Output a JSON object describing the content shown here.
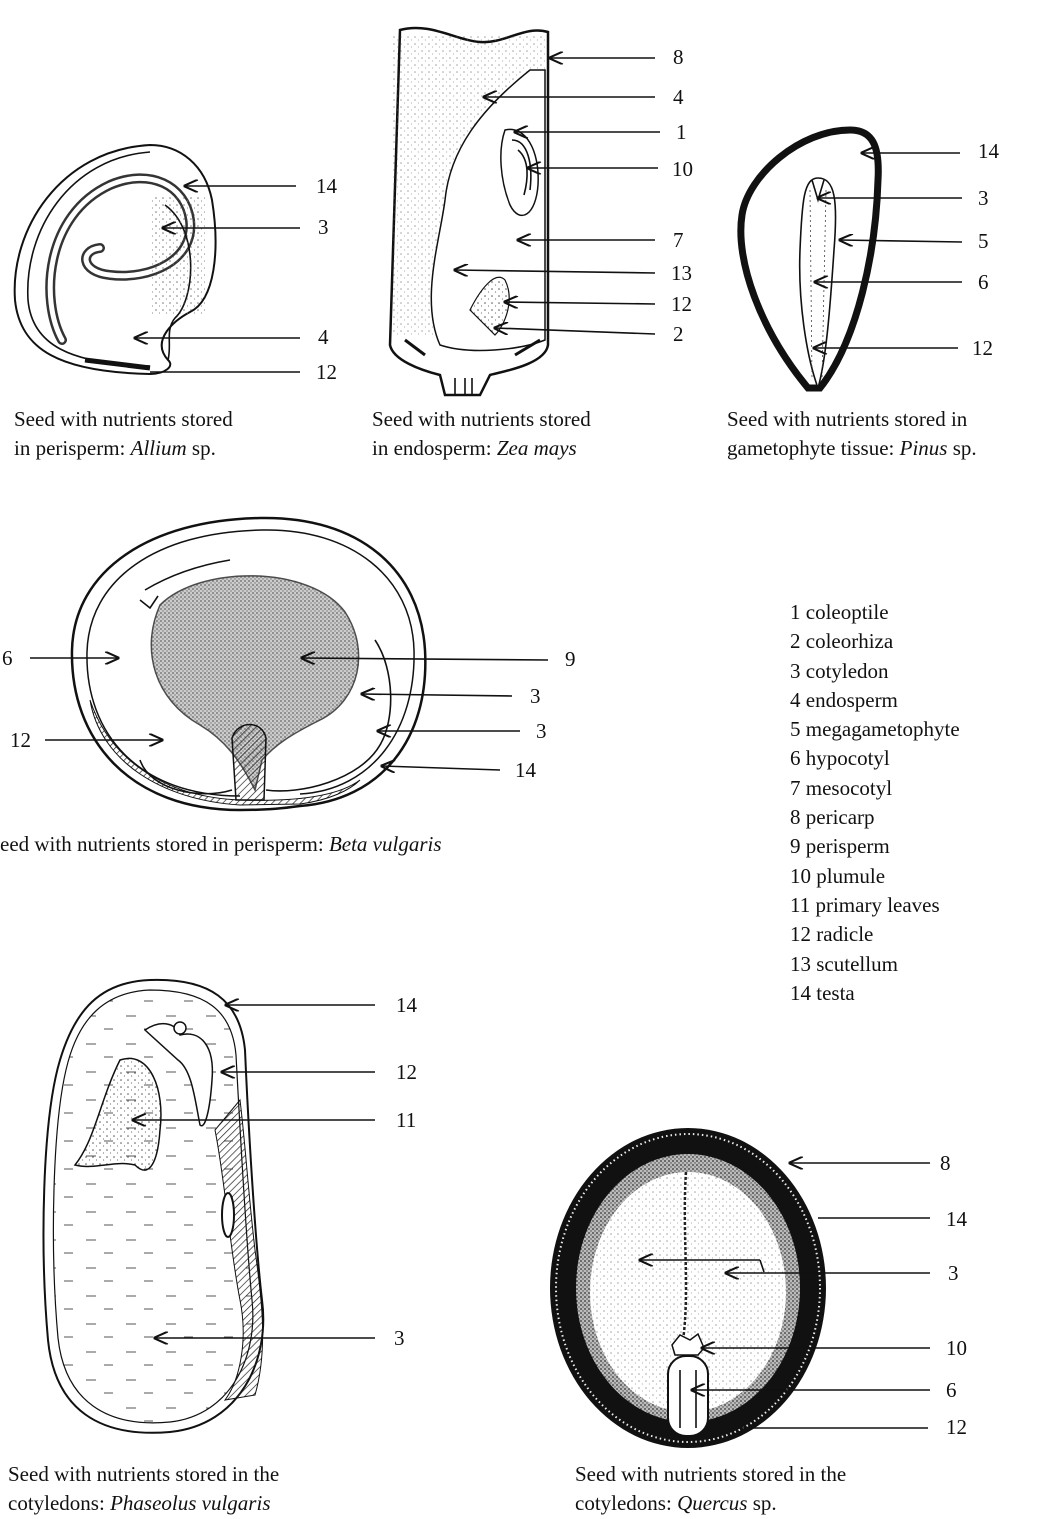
{
  "captions": {
    "allium": {
      "text": "Seed with nutrients stored\nin perisperm: ",
      "species": "Allium",
      "suffix": " sp."
    },
    "zea": {
      "text": "Seed with nutrients stored\nin endosperm: ",
      "species": "Zea mays",
      "suffix": ""
    },
    "pinus": {
      "text": "Seed with nutrients stored in\ngametophyte tissue: ",
      "species": "Pinus",
      "suffix": " sp."
    },
    "beta": {
      "text": "eed with nutrients stored in perisperm: ",
      "species": "Beta vulgaris",
      "suffix": ""
    },
    "phaseolus": {
      "text": "Seed with nutrients stored in the\ncotyledons: ",
      "species": "Phaseolus vulgaris",
      "suffix": ""
    },
    "quercus": {
      "text": "Seed with nutrients stored in the\ncotyledons: ",
      "species": "Quercus",
      "suffix": " sp."
    }
  },
  "legend": [
    "1  coleoptile",
    "2  coleorhiza",
    "3  cotyledon",
    "4  endosperm",
    "5  megagametophyte",
    "6  hypocotyl",
    "7  mesocotyl",
    "8  pericarp",
    "9  perisperm",
    "10  plumule",
    "11  primary leaves",
    "12  radicle",
    "13  scutellum",
    "14  testa"
  ],
  "labels": {
    "allium": [
      "14",
      "3",
      "4",
      "12"
    ],
    "zea": [
      "8",
      "4",
      "1",
      "10",
      "7",
      "13",
      "12",
      "2"
    ],
    "pinus": [
      "14",
      "3",
      "5",
      "6",
      "12"
    ],
    "beta": [
      "6",
      "12",
      "9",
      "3",
      "3",
      "14"
    ],
    "phaseolus": [
      "14",
      "12",
      "11",
      "3"
    ],
    "quercus": [
      "8",
      "14",
      "3",
      "10",
      "6",
      "12"
    ]
  }
}
